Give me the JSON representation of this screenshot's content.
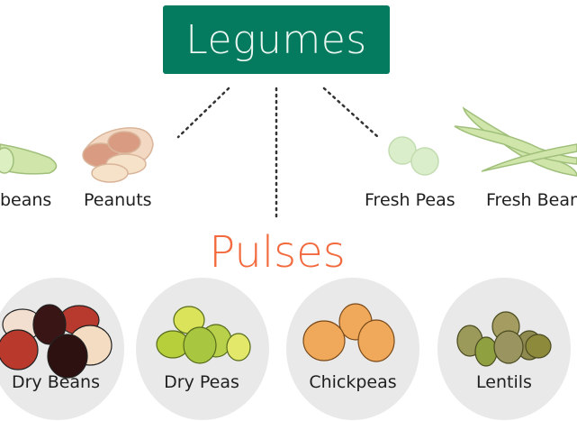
{
  "top": {
    "title": "Legumes"
  },
  "legumes": [
    {
      "label": "beans",
      "icon": "green-pod-icon"
    },
    {
      "label": "Peanuts",
      "icon": "peanut-icon"
    },
    {
      "label": "Fresh Peas",
      "icon": "fresh-pea-icon"
    },
    {
      "label": "Fresh Beans",
      "icon": "green-bean-icon"
    }
  ],
  "pulses": {
    "title": "Pulses",
    "items": [
      {
        "label": "Dry Beans",
        "icon": "dry-bean-icon"
      },
      {
        "label": "Dry Peas",
        "icon": "dry-pea-icon"
      },
      {
        "label": "Chickpeas",
        "icon": "chickpea-icon"
      },
      {
        "label": "Lentils",
        "icon": "lentil-icon"
      }
    ]
  },
  "colors": {
    "legumes_box": "#047a5e",
    "pulses_title": "#f26a3d",
    "circle": "#e9e9e9"
  }
}
